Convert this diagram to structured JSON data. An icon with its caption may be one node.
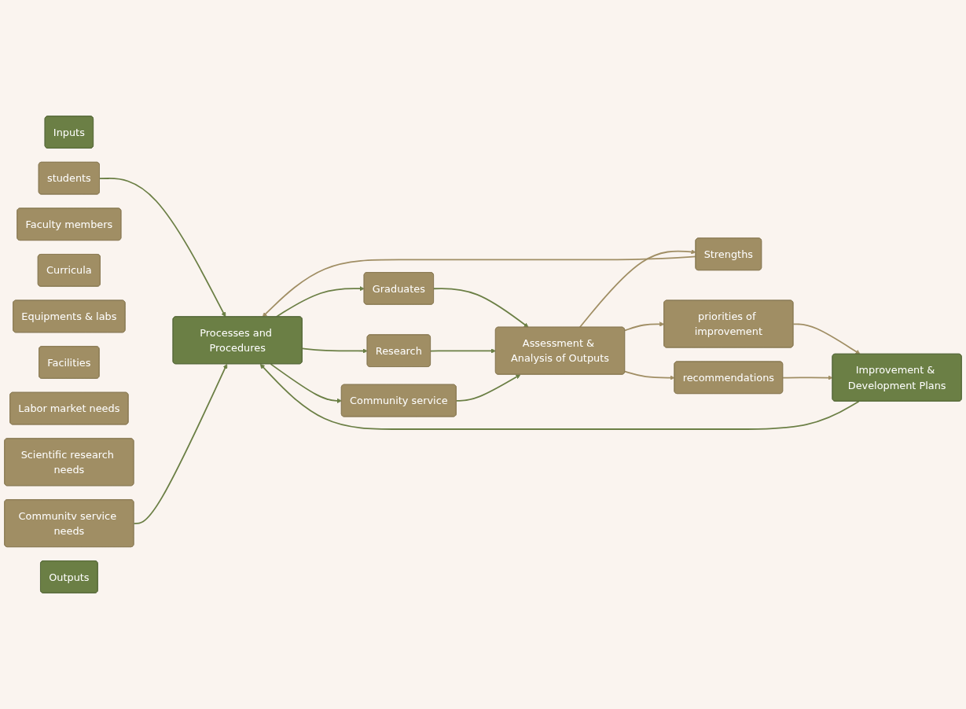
{
  "diagram": {
    "nodes": [
      {
        "text": [
          "Inputs"
        ]
      },
      {
        "text": [
          "students"
        ]
      },
      {
        "text": [
          "Faculty members"
        ]
      },
      {
        "text": [
          "Curricula"
        ]
      },
      {
        "text": [
          "Equipments & labs"
        ]
      },
      {
        "text": [
          "Facilities"
        ]
      },
      {
        "text": [
          "Labor market needs"
        ]
      },
      {
        "text": [
          "Scientific research needs"
        ]
      },
      {
        "text": [
          "Communitv service needs"
        ]
      },
      {
        "text": [
          "Processes and Procedures"
        ]
      },
      {
        "text": [
          "Outputs"
        ]
      },
      {
        "text": [
          "Graduates"
        ]
      },
      {
        "text": [
          "Research"
        ]
      },
      {
        "text": [
          "Community service"
        ]
      },
      {
        "text": [
          "Assessment & Analysis of Outputs"
        ]
      },
      {
        "text": [
          "Strengths"
        ]
      },
      {
        "text": [
          "priorities of improvement"
        ]
      },
      {
        "text": [
          "recommendations"
        ]
      },
      {
        "text": [
          "Improvement & Development Plans"
        ]
      }
    ],
    "edges": [
      {
        "from": 1,
        "to": 9,
        "arrow": "to"
      },
      {
        "from": 8,
        "to": 9,
        "arrow": "to"
      },
      {
        "from": 9,
        "to": 11,
        "arrow": "to"
      },
      {
        "from": 9,
        "to": 12,
        "arrow": "to"
      },
      {
        "from": 9,
        "to": 13,
        "arrow": "to"
      },
      {
        "from": 11,
        "to": 14,
        "arrow": "to"
      },
      {
        "from": 12,
        "to": 14,
        "arrow": "to"
      },
      {
        "from": 13,
        "to": 14,
        "arrow": "to"
      },
      {
        "from": 14,
        "to": 15,
        "arrow": "to",
        "color": "#a08e64"
      },
      {
        "from": 14,
        "to": 16,
        "arrow": "to",
        "color": "#a08e64"
      },
      {
        "from": 14,
        "to": 17,
        "arrow": "to",
        "color": "#a08e64"
      },
      {
        "from": 15,
        "to": 9,
        "arrow": "to",
        "color": "#a08e64"
      },
      {
        "from": 16,
        "to": 18,
        "arrow": "to",
        "color": "#a08e64"
      },
      {
        "from": 17,
        "to": 18,
        "arrow": "to",
        "color": "#a08e64"
      },
      {
        "from": 18,
        "to": 9,
        "arrow": "to"
      }
    ]
  }
}
